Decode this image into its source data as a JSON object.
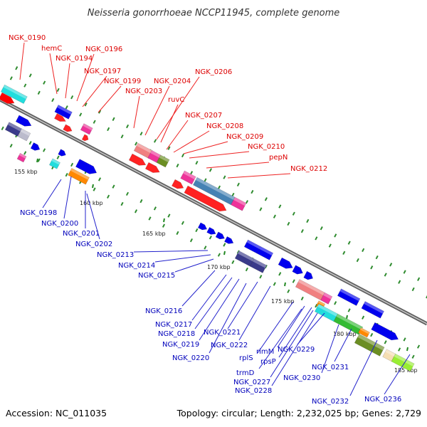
{
  "title": "Neisseria gonorrhoeae NCCP11945, complete genome",
  "footer": {
    "accession": "Accession: NC_011035",
    "stats": "Topology: circular; Length: 2,232,025 bp; Genes: 2,729"
  },
  "colors": {
    "forward_label": "#dd0000",
    "reverse_label": "#0000bb",
    "backbone": "#808080",
    "tick": "#228822"
  },
  "ticks": [
    "155 kbp",
    "160 kbp",
    "165 kbp",
    "170 kbp",
    "175 kbp",
    "180 kbp",
    "185 kbp"
  ],
  "forward_labels": [
    "NGK_0190",
    "hemC",
    "NGK_0194",
    "NGK_0196",
    "NGK_0197",
    "NGK_0199",
    "NGK_0203",
    "NGK_0204",
    "NGK_0206",
    "ruvC",
    "NGK_0207",
    "NGK_0208",
    "NGK_0209",
    "NGK_0210",
    "pepN",
    "NGK_0212"
  ],
  "reverse_labels": [
    "NGK_0198",
    "NGK_0200",
    "NGK_0201",
    "NGK_0202",
    "NGK_0213",
    "NGK_0214",
    "NGK_0215",
    "NGK_0216",
    "NGK_0217",
    "NGK_0218",
    "NGK_0219",
    "NGK_0220",
    "NGK_0221",
    "NGK_0222",
    "rplS",
    "rimM",
    "rpsP",
    "trmD",
    "NGK_0227",
    "NGK_0228",
    "NGK_0229",
    "NGK_0230",
    "NGK_0231",
    "NGK_0232",
    "NGK_0236"
  ]
}
